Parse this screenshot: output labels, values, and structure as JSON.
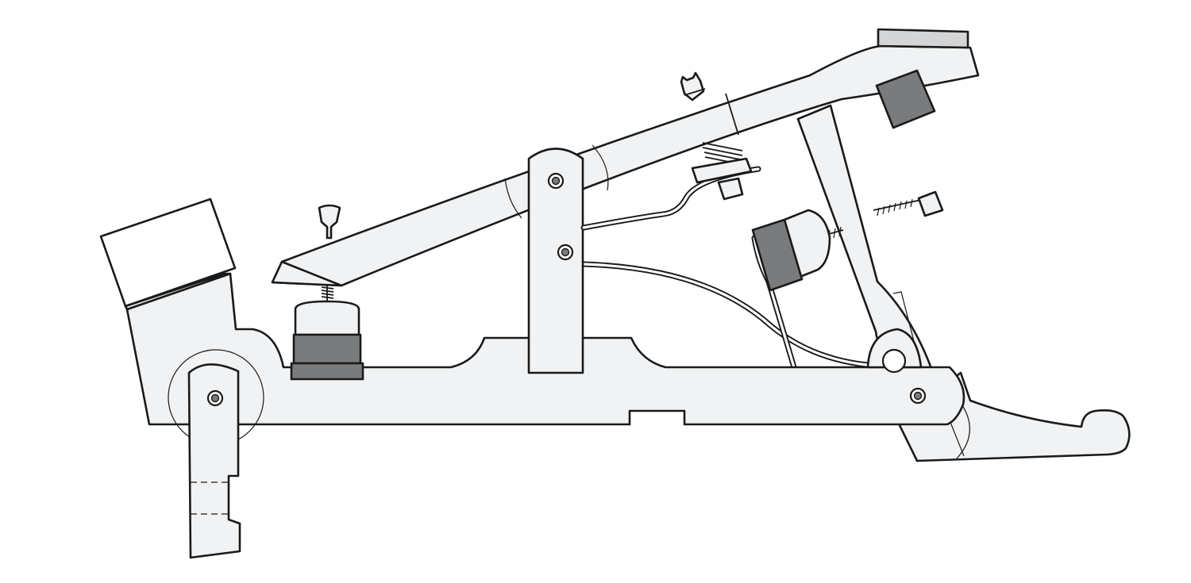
{
  "diagram": {
    "description_visible_text": [],
    "colors": {
      "outline": "#1a1a1a",
      "body_fill": "#f1f2f3",
      "pad_fill": "#7a7b7d",
      "pad_top_fill": "#d4d5d6",
      "background": "#ffffff"
    },
    "components": [
      "base-plate",
      "upper-lever-arm",
      "vertical-bracket",
      "rear-block",
      "hinge-disc",
      "left-latch-plate",
      "front-strut",
      "foot-extension",
      "spring-stop",
      "bumper-cylinder",
      "wing-screw",
      "compression-spring",
      "wire-spring",
      "adjuster-screw",
      "friction-pad",
      "top-pad",
      "nut-bolt"
    ]
  }
}
